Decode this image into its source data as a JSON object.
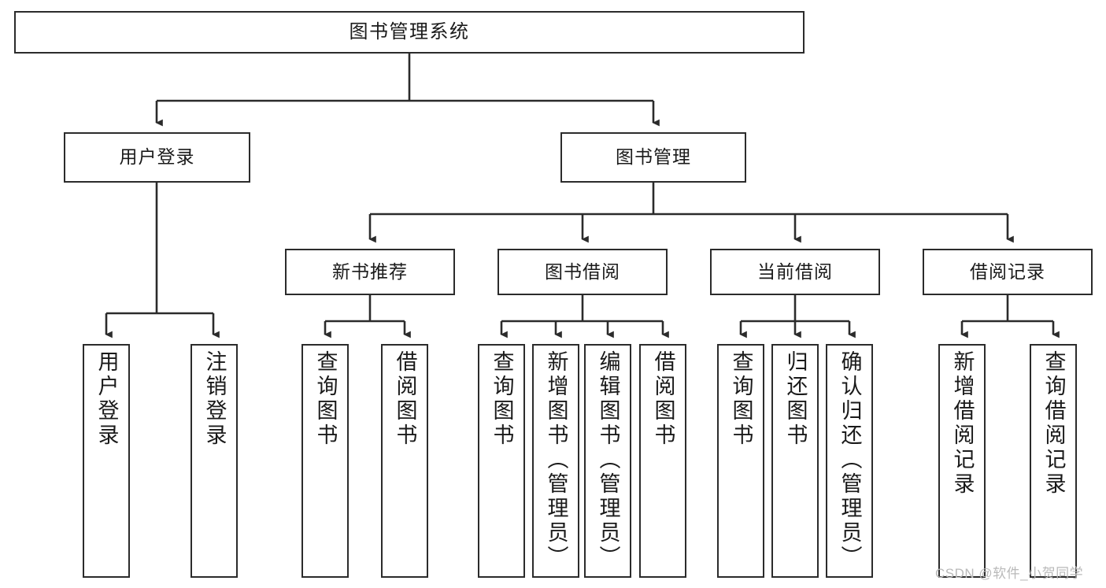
{
  "diagram": {
    "title": "图书管理系统",
    "type": "hierarchy-tree",
    "orientation": "top-down",
    "line_color": "#2b2b2b",
    "box_fill": "#ffffff",
    "text_color": "#1a1a1a"
  },
  "nodes": {
    "root": {
      "label": "图书管理系统"
    },
    "level2": [
      {
        "label": "用户登录"
      },
      {
        "label": "图书管理"
      }
    ],
    "level3": [
      {
        "label": "新书推荐"
      },
      {
        "label": "图书借阅"
      },
      {
        "label": "当前借阅"
      },
      {
        "label": "借阅记录"
      }
    ],
    "leaves": {
      "user_login": [
        {
          "label": "用户登录"
        },
        {
          "label": "注销登录"
        }
      ],
      "new_book_recommend": [
        {
          "label": "查询图书"
        },
        {
          "label": "借阅图书"
        }
      ],
      "book_borrow": [
        {
          "label": "查询图书"
        },
        {
          "label": "新增图书（管理员）"
        },
        {
          "label": "编辑图书（管理员）"
        },
        {
          "label": "借阅图书"
        }
      ],
      "current_borrow": [
        {
          "label": "查询图书"
        },
        {
          "label": "归还图书"
        },
        {
          "label": "确认归还（管理员）"
        }
      ],
      "borrow_record": [
        {
          "label": "新增借阅记录"
        },
        {
          "label": "查询借阅记录"
        }
      ]
    }
  },
  "watermark": {
    "text": "CSDN @软件_小贺同学"
  }
}
